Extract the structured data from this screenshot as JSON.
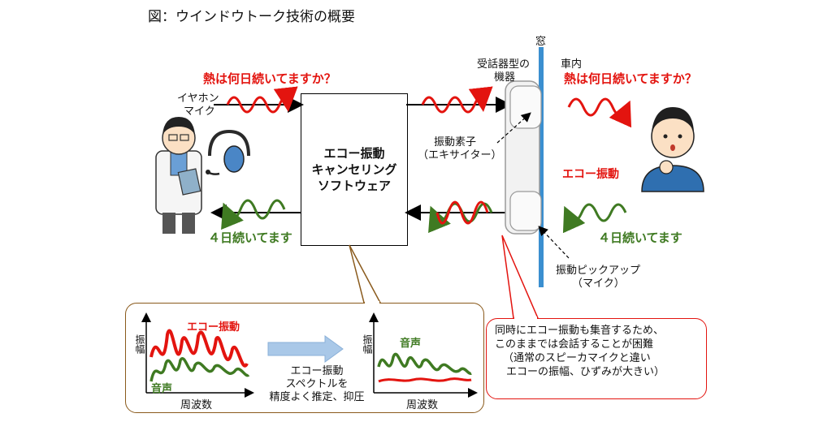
{
  "title": "図：ウインドウトーク技術の概要",
  "window_label": "窓",
  "device_label_1": "受話器型の",
  "device_label_2": "機器",
  "car_interior": "車内",
  "question_left": "熱は何日続いてますか？",
  "question_right": "熱は何日続いてますか？",
  "earphone_label_1": "イヤホン",
  "earphone_label_2": "マイク",
  "software_line_1": "エコー振動",
  "software_line_2": "キャンセリング",
  "software_line_3": "ソフトウェア",
  "exciter_label_1": "振動素子",
  "exciter_label_2": "（エキサイター）",
  "echo_vibration": "エコー振動",
  "answer_left": "４日続いてます",
  "answer_right": "４日続いてます",
  "pickup_label_1": "振動ピックアップ",
  "pickup_label_2": "（マイク）",
  "chart_left": {
    "ylabel": "振幅",
    "xlabel": "周波数",
    "echo_label": "エコー振動",
    "voice_label": "音声"
  },
  "arrow_text_1": "エコー振動",
  "arrow_text_2": "スペクトルを",
  "arrow_text_3": "精度よく推定、抑圧",
  "chart_right": {
    "ylabel": "振幅",
    "xlabel": "周波数",
    "voice_label": "音声"
  },
  "note_line_1": "同時にエコー振動も集音するため、",
  "note_line_2": "このままでは会話することが困難",
  "note_line_3": "（通常のスピーカマイクと違い",
  "note_line_4": "エコーの振幅、ひずみが大きい）",
  "colors": {
    "red": "#e3140f",
    "green": "#3f7a22",
    "window_blue": "#3b8fd0",
    "callout_brown": "#8a5a1c"
  }
}
